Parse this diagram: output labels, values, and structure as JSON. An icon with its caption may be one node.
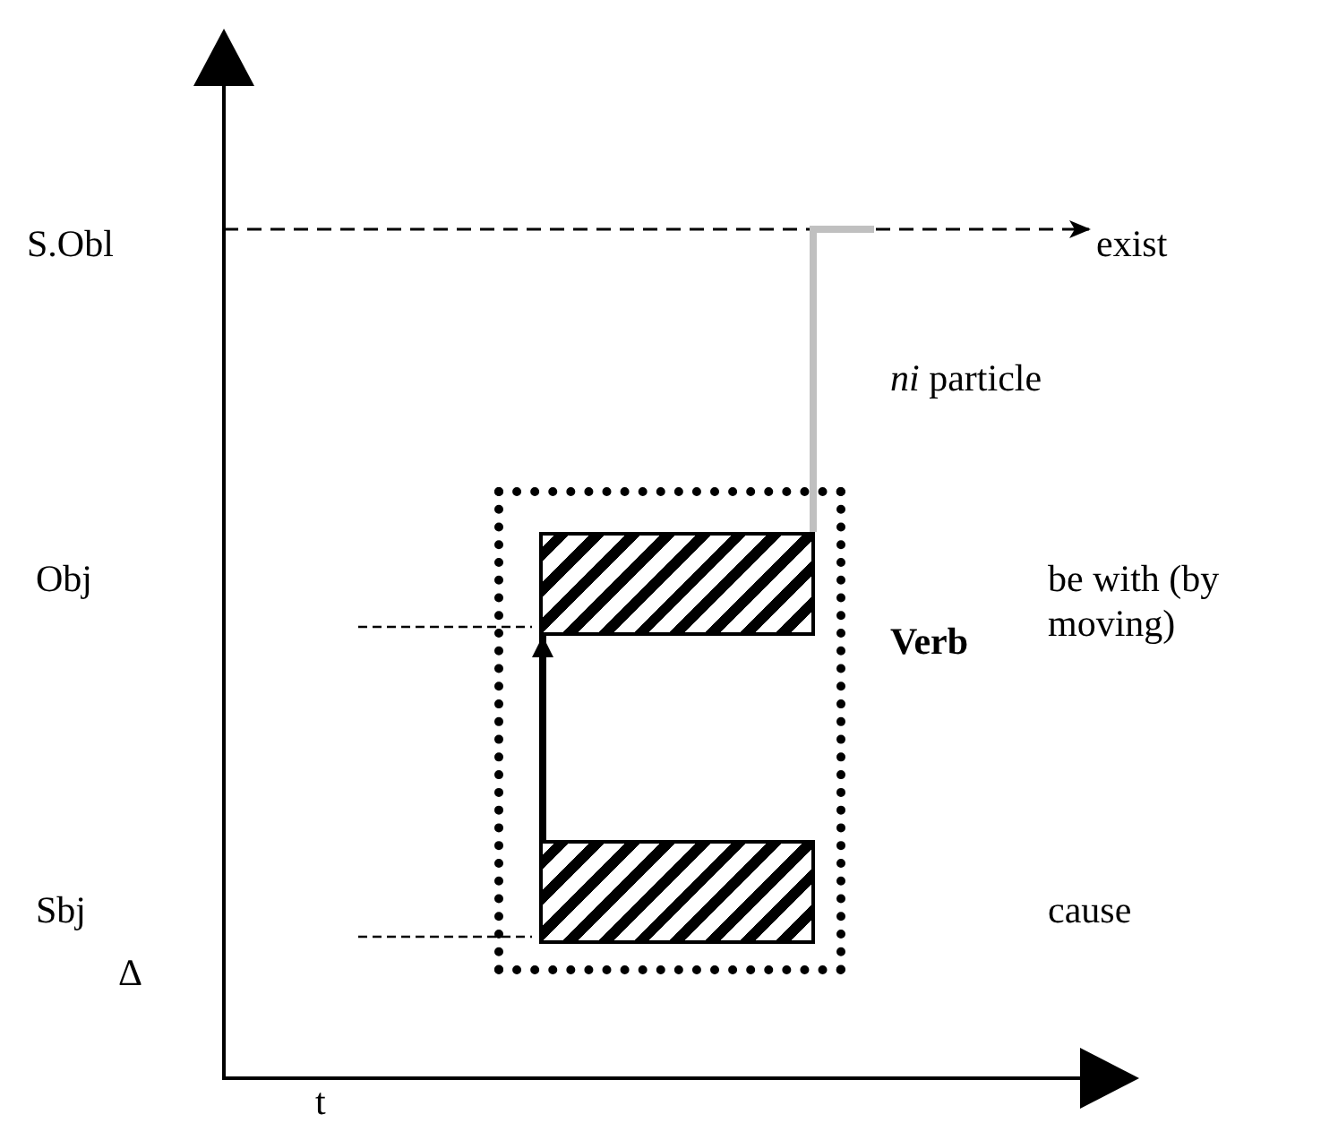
{
  "diagram": {
    "nodes": [
      {
        "text": [],
        "shape": "box",
        "beside": [
          "Verb"
        ]
      },
      {
        "text": [],
        "shape": "bar",
        "in": 0
      },
      {
        "text": [],
        "shape": "bar",
        "in": 0
      },
      {
        "text": [
          "exist"
        ]
      }
    ],
    "edges": [
      {
        "from": null,
        "to": 3,
        "arrow": "to",
        "style": "dashed"
      },
      {
        "from": 1,
        "to": null,
        "arrow": "none",
        "color": "#c0c0c0"
      },
      {
        "from": 2,
        "to": 1,
        "arrow": "to"
      }
    ],
    "labels": [
      "S.Obl",
      "*ni* particle",
      "Obj",
      "be with (by moving)",
      "Sbj",
      "cause",
      "Δ",
      "t"
    ]
  }
}
